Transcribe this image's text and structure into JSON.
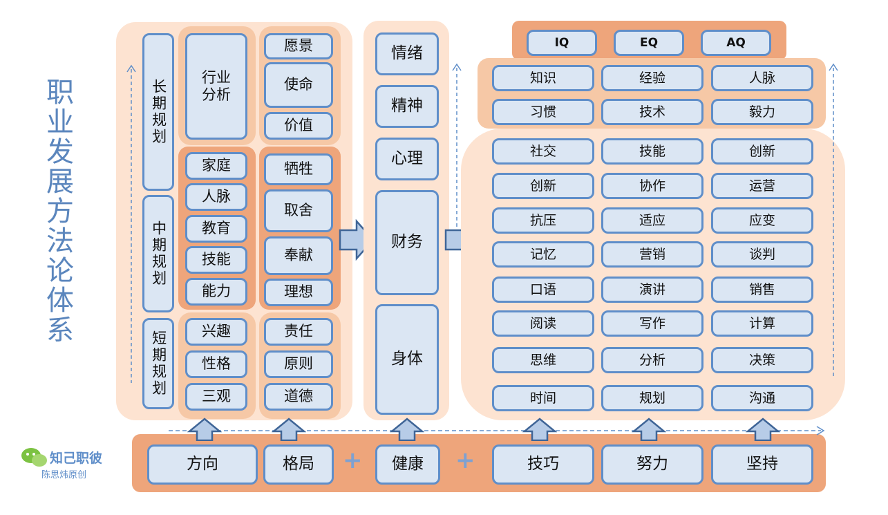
{
  "title": "职业发展方法论体系",
  "plans": [
    "长期规划",
    "中期规划",
    "短期规划"
  ],
  "col2": {
    "top": "行业分析",
    "mid": [
      "家庭",
      "人脉",
      "教育",
      "技能",
      "能力"
    ],
    "bot": [
      "兴趣",
      "性格",
      "三观"
    ]
  },
  "col3": {
    "top": [
      "愿景",
      "使命",
      "价值"
    ],
    "mid": [
      "牺牲",
      "取舍",
      "奉献",
      "理想"
    ],
    "bot": [
      "责任",
      "原则",
      "道德"
    ]
  },
  "health_col": [
    "情绪",
    "精神",
    "心理",
    "财务",
    "身体"
  ],
  "q_row": [
    "IQ",
    "EQ",
    "AQ"
  ],
  "grid_top": [
    [
      "知识",
      "经验",
      "人脉"
    ],
    [
      "习惯",
      "技术",
      "毅力"
    ]
  ],
  "grid_main": [
    [
      "社交",
      "技能",
      "创新"
    ],
    [
      "创新",
      "协作",
      "运营"
    ],
    [
      "抗压",
      "适应",
      "应变"
    ],
    [
      "记忆",
      "营销",
      "谈判"
    ],
    [
      "口语",
      "演讲",
      "销售"
    ],
    [
      "阅读",
      "写作",
      "计算"
    ],
    [
      "思维",
      "分析",
      "决策"
    ],
    [
      "时间",
      "规划",
      "沟通"
    ]
  ],
  "bottom_bar": {
    "items": [
      "方向",
      "格局",
      "健康",
      "技巧",
      "努力",
      "坚持"
    ],
    "plus": "+"
  },
  "brand": {
    "name": "知己职彼",
    "sub": "陈思炜原创"
  },
  "colors": {
    "box_fill": "#dbe6f3",
    "box_border": "#5f8ec9",
    "peach": "#fde3d1",
    "orange": "#eea57b",
    "title_blue": "#5b86bd"
  }
}
